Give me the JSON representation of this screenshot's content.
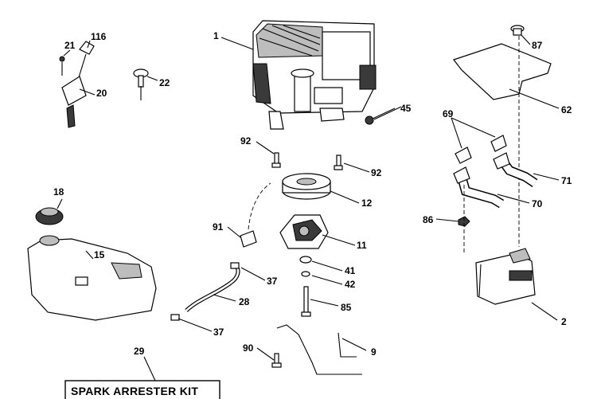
{
  "diagram": {
    "labels": {
      "l1": "1",
      "l2": "2",
      "l9": "9",
      "l11": "11",
      "l12": "12",
      "l15": "15",
      "l18": "18",
      "l20": "20",
      "l21": "21",
      "l22": "22",
      "l28": "28",
      "l29": "29",
      "l37a": "37",
      "l37b": "37",
      "l41": "41",
      "l42": "42",
      "l45": "45",
      "l62": "62",
      "l69": "69",
      "l70": "70",
      "l71": "71",
      "l85": "85",
      "l86": "86",
      "l87": "87",
      "l90": "90",
      "l91": "91",
      "l92a": "92",
      "l92b": "92",
      "l116": "116"
    },
    "kit_label": "SPARK ARRESTER KIT"
  }
}
